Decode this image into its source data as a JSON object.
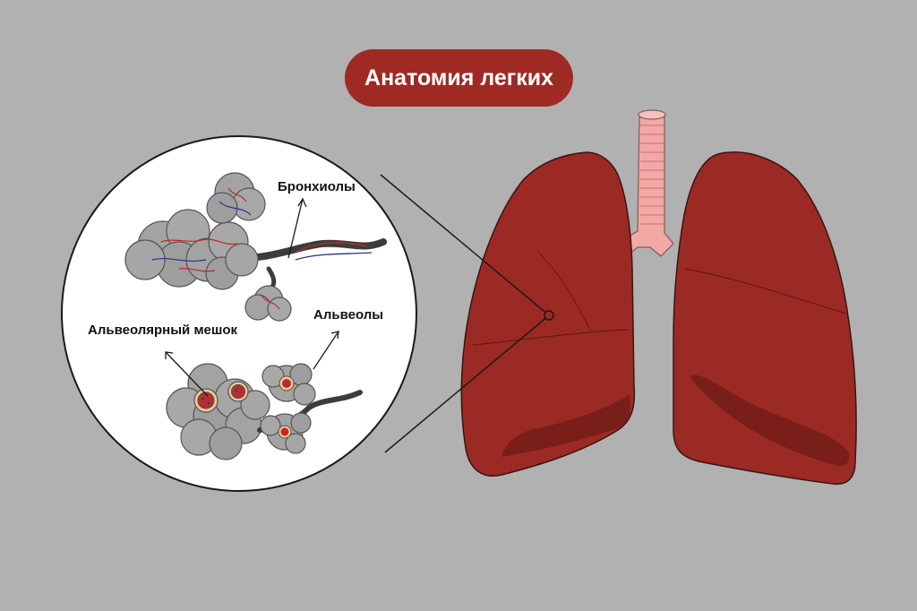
{
  "title": "Анатомия легких",
  "labels": {
    "bronchioles": "Бронхиолы",
    "alveoli": "Альвеолы",
    "alveolar_sac": "Альвеолярный мешок"
  },
  "colors": {
    "background": "#b1b1b1",
    "lung": "#9c2a24",
    "lung_shadow": "#7a1e1a",
    "trachea": "#f2a8a4",
    "alveolus": "#a3a3a3",
    "bronchiole": "#3c3c3c",
    "artery": "#c0282a",
    "vein": "#2a2f8a",
    "title_pill": "#9f2a24"
  }
}
